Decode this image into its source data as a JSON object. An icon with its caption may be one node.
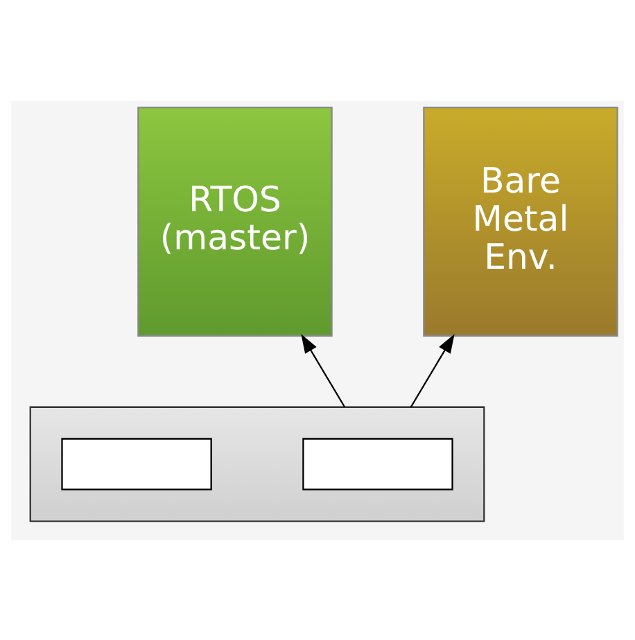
{
  "diagram": {
    "nodes": [
      {
        "text": [
          "RTOS",
          "(master)"
        ]
      },
      {
        "text": [
          "Bare Metal Env."
        ]
      },
      {
        "text": [],
        "shape": "box"
      },
      {
        "text": [],
        "shape": "box",
        "in": 2
      },
      {
        "text": [],
        "shape": "box",
        "in": 2
      }
    ],
    "edges": [
      {
        "from": 2,
        "to": 0,
        "arrow": "to"
      },
      {
        "from": 2,
        "to": 1,
        "arrow": "to"
      }
    ]
  }
}
